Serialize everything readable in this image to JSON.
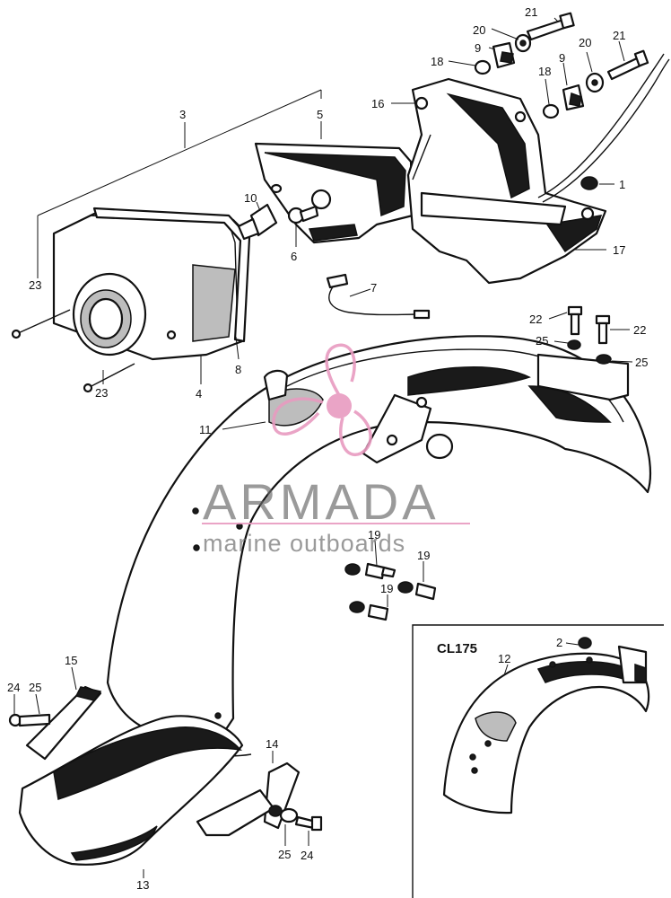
{
  "diagram": {
    "inset_title": "CL175",
    "callouts": [
      {
        "id": "c21a",
        "label": "21"
      },
      {
        "id": "c20a",
        "label": "20"
      },
      {
        "id": "c9a",
        "label": "9"
      },
      {
        "id": "c18a",
        "label": "18"
      },
      {
        "id": "c20b",
        "label": "20"
      },
      {
        "id": "c21b",
        "label": "21"
      },
      {
        "id": "c9b",
        "label": "9"
      },
      {
        "id": "c18b",
        "label": "18"
      },
      {
        "id": "c16",
        "label": "16"
      },
      {
        "id": "c3",
        "label": "3"
      },
      {
        "id": "c5",
        "label": "5"
      },
      {
        "id": "c1",
        "label": "1"
      },
      {
        "id": "c10",
        "label": "10"
      },
      {
        "id": "c6",
        "label": "6"
      },
      {
        "id": "c17",
        "label": "17"
      },
      {
        "id": "c23a",
        "label": "23"
      },
      {
        "id": "c7",
        "label": "7"
      },
      {
        "id": "c8",
        "label": "8"
      },
      {
        "id": "c4",
        "label": "4"
      },
      {
        "id": "c23b",
        "label": "23"
      },
      {
        "id": "c22a",
        "label": "22"
      },
      {
        "id": "c22b",
        "label": "22"
      },
      {
        "id": "c25a",
        "label": "25"
      },
      {
        "id": "c25b",
        "label": "25"
      },
      {
        "id": "c11",
        "label": "11"
      },
      {
        "id": "c19a",
        "label": "19"
      },
      {
        "id": "c19b",
        "label": "19"
      },
      {
        "id": "c19c",
        "label": "19"
      },
      {
        "id": "c2",
        "label": "2"
      },
      {
        "id": "c12",
        "label": "12"
      },
      {
        "id": "c15",
        "label": "15"
      },
      {
        "id": "c24a",
        "label": "24"
      },
      {
        "id": "c25c",
        "label": "25"
      },
      {
        "id": "c14",
        "label": "14"
      },
      {
        "id": "c13",
        "label": "13"
      },
      {
        "id": "c25d",
        "label": "25"
      },
      {
        "id": "c24b",
        "label": "24"
      }
    ]
  },
  "watermark": {
    "brand": "ARMADA",
    "tagline": "marine outboards",
    "colors": {
      "logo": "#e89bc0",
      "text": "#6b6b6b",
      "rule": "#e89bc0"
    }
  }
}
